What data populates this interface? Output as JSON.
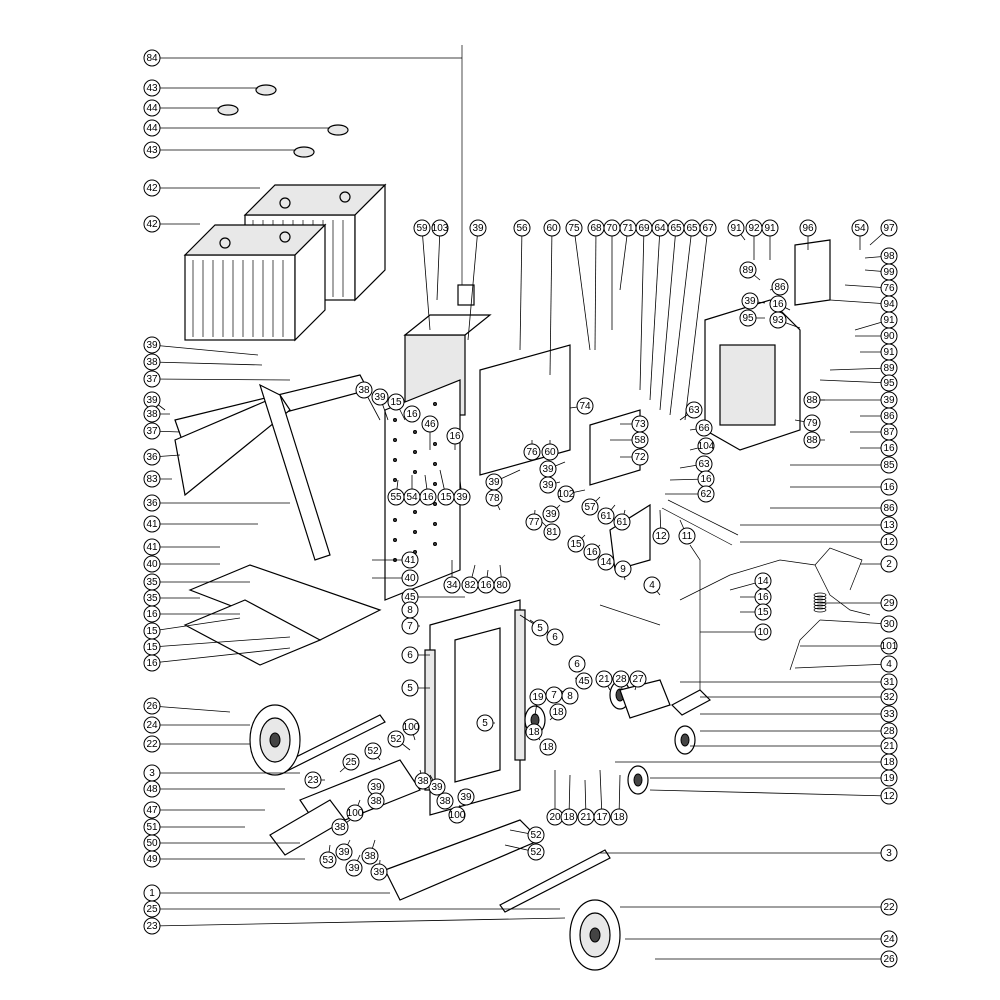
{
  "diagram": {
    "callouts": [
      {
        "id": "c84",
        "label": "84"
      },
      {
        "id": "c43a",
        "label": "43"
      },
      {
        "id": "c44a",
        "label": "44"
      },
      {
        "id": "c44b",
        "label": "44"
      },
      {
        "id": "c43b",
        "label": "43"
      },
      {
        "id": "c42a",
        "label": "42"
      },
      {
        "id": "c42b",
        "label": "42"
      },
      {
        "id": "c39a",
        "label": "39"
      },
      {
        "id": "c38a",
        "label": "38"
      },
      {
        "id": "c37a",
        "label": "37"
      },
      {
        "id": "c39b",
        "label": "39"
      },
      {
        "id": "c38b",
        "label": "38"
      },
      {
        "id": "c37b",
        "label": "37"
      },
      {
        "id": "c36a",
        "label": "36"
      },
      {
        "id": "c83",
        "label": "83"
      },
      {
        "id": "c36b",
        "label": "36"
      },
      {
        "id": "c41a",
        "label": "41"
      },
      {
        "id": "c41b",
        "label": "41"
      },
      {
        "id": "c40a",
        "label": "40"
      },
      {
        "id": "c35a",
        "label": "35"
      },
      {
        "id": "c35b",
        "label": "35"
      },
      {
        "id": "c16a",
        "label": "16"
      },
      {
        "id": "c15a",
        "label": "15"
      },
      {
        "id": "c15b",
        "label": "15"
      },
      {
        "id": "c16b",
        "label": "16"
      },
      {
        "id": "c26a",
        "label": "26"
      },
      {
        "id": "c24a",
        "label": "24"
      },
      {
        "id": "c22a",
        "label": "22"
      },
      {
        "id": "c3a",
        "label": "3"
      },
      {
        "id": "c48",
        "label": "48"
      },
      {
        "id": "c47",
        "label": "47"
      },
      {
        "id": "c51",
        "label": "51"
      },
      {
        "id": "c50",
        "label": "50"
      },
      {
        "id": "c49",
        "label": "49"
      },
      {
        "id": "c1",
        "label": "1"
      },
      {
        "id": "c25a",
        "label": "25"
      },
      {
        "id": "c23a",
        "label": "23"
      },
      {
        "id": "c59",
        "label": "59"
      },
      {
        "id": "c103",
        "label": "103"
      },
      {
        "id": "c39c",
        "label": "39"
      },
      {
        "id": "c56",
        "label": "56"
      },
      {
        "id": "c60a",
        "label": "60"
      },
      {
        "id": "c75",
        "label": "75"
      },
      {
        "id": "c68",
        "label": "68"
      },
      {
        "id": "c70",
        "label": "70"
      },
      {
        "id": "c71",
        "label": "71"
      },
      {
        "id": "c69",
        "label": "69"
      },
      {
        "id": "c64",
        "label": "64"
      },
      {
        "id": "c65a",
        "label": "65"
      },
      {
        "id": "c65b",
        "label": "65"
      },
      {
        "id": "c67",
        "label": "67"
      },
      {
        "id": "c91a",
        "label": "91"
      },
      {
        "id": "c92",
        "label": "92"
      },
      {
        "id": "c91b",
        "label": "91"
      },
      {
        "id": "c96",
        "label": "96"
      },
      {
        "id": "c54a",
        "label": "54"
      },
      {
        "id": "c97",
        "label": "97"
      },
      {
        "id": "c98",
        "label": "98"
      },
      {
        "id": "c99",
        "label": "99"
      },
      {
        "id": "c76a",
        "label": "76"
      },
      {
        "id": "c94",
        "label": "94"
      },
      {
        "id": "c89a",
        "label": "89"
      },
      {
        "id": "c86a",
        "label": "86"
      },
      {
        "id": "c39d",
        "label": "39"
      },
      {
        "id": "c95a",
        "label": "95"
      },
      {
        "id": "c16c",
        "label": "16"
      },
      {
        "id": "c93",
        "label": "93"
      },
      {
        "id": "c91c",
        "label": "91"
      },
      {
        "id": "c90",
        "label": "90"
      },
      {
        "id": "c91d",
        "label": "91"
      },
      {
        "id": "c89b",
        "label": "89"
      },
      {
        "id": "c95b",
        "label": "95"
      },
      {
        "id": "c39e",
        "label": "39"
      },
      {
        "id": "c88a",
        "label": "88"
      },
      {
        "id": "c86b",
        "label": "86"
      },
      {
        "id": "c79",
        "label": "79"
      },
      {
        "id": "c87",
        "label": "87"
      },
      {
        "id": "c88b",
        "label": "88"
      },
      {
        "id": "c16d",
        "label": "16"
      },
      {
        "id": "c85",
        "label": "85"
      },
      {
        "id": "c16e",
        "label": "16"
      },
      {
        "id": "c86c",
        "label": "86"
      },
      {
        "id": "c38c",
        "label": "38"
      },
      {
        "id": "c39f",
        "label": "39"
      },
      {
        "id": "c15c",
        "label": "15"
      },
      {
        "id": "c16f",
        "label": "16"
      },
      {
        "id": "c46",
        "label": "46"
      },
      {
        "id": "c16g",
        "label": "16"
      },
      {
        "id": "c55",
        "label": "55"
      },
      {
        "id": "c54b",
        "label": "54"
      },
      {
        "id": "c16h",
        "label": "16"
      },
      {
        "id": "c15d",
        "label": "15"
      },
      {
        "id": "c39g",
        "label": "39"
      },
      {
        "id": "c34",
        "label": "34"
      },
      {
        "id": "c82",
        "label": "82"
      },
      {
        "id": "c16i",
        "label": "16"
      },
      {
        "id": "c80",
        "label": "80"
      },
      {
        "id": "c41c",
        "label": "41"
      },
      {
        "id": "c40b",
        "label": "40"
      },
      {
        "id": "c45a",
        "label": "45"
      },
      {
        "id": "c8a",
        "label": "8"
      },
      {
        "id": "c7a",
        "label": "7"
      },
      {
        "id": "c76b",
        "label": "76"
      },
      {
        "id": "c60b",
        "label": "60"
      },
      {
        "id": "c74",
        "label": "74"
      },
      {
        "id": "c73",
        "label": "73"
      },
      {
        "id": "c58",
        "label": "58"
      },
      {
        "id": "c72",
        "label": "72"
      },
      {
        "id": "c63a",
        "label": "63"
      },
      {
        "id": "c66",
        "label": "66"
      },
      {
        "id": "c104",
        "label": "104"
      },
      {
        "id": "c63b",
        "label": "63"
      },
      {
        "id": "c16j",
        "label": "16"
      },
      {
        "id": "c62",
        "label": "62"
      },
      {
        "id": "c39h",
        "label": "39"
      },
      {
        "id": "c39i",
        "label": "39"
      },
      {
        "id": "c78",
        "label": "78"
      },
      {
        "id": "c102",
        "label": "102"
      },
      {
        "id": "c39j",
        "label": "39"
      },
      {
        "id": "c57",
        "label": "57"
      },
      {
        "id": "c61a",
        "label": "61"
      },
      {
        "id": "c61b",
        "label": "61"
      },
      {
        "id": "c39k",
        "label": "39"
      },
      {
        "id": "c77",
        "label": "77"
      },
      {
        "id": "c81",
        "label": "81"
      },
      {
        "id": "c15e",
        "label": "15"
      },
      {
        "id": "c16k",
        "label": "16"
      },
      {
        "id": "c14a",
        "label": "14"
      },
      {
        "id": "c9",
        "label": "9"
      },
      {
        "id": "c12a",
        "label": "12"
      },
      {
        "id": "c11",
        "label": "11"
      },
      {
        "id": "c13",
        "label": "13"
      },
      {
        "id": "c12b",
        "label": "12"
      },
      {
        "id": "c2",
        "label": "2"
      },
      {
        "id": "c4a",
        "label": "4"
      },
      {
        "id": "c14b",
        "label": "14"
      },
      {
        "id": "c16l",
        "label": "16"
      },
      {
        "id": "c15f",
        "label": "15"
      },
      {
        "id": "c29",
        "label": "29"
      },
      {
        "id": "c30",
        "label": "30"
      },
      {
        "id": "c10",
        "label": "10"
      },
      {
        "id": "c101",
        "label": "101"
      },
      {
        "id": "c4b",
        "label": "4"
      },
      {
        "id": "c31",
        "label": "31"
      },
      {
        "id": "c32",
        "label": "32"
      },
      {
        "id": "c33",
        "label": "33"
      },
      {
        "id": "c28a",
        "label": "28"
      },
      {
        "id": "c21a",
        "label": "21"
      },
      {
        "id": "c18a",
        "label": "18"
      },
      {
        "id": "c19a",
        "label": "19"
      },
      {
        "id": "c12c",
        "label": "12"
      },
      {
        "id": "c21b",
        "label": "21"
      },
      {
        "id": "c28b",
        "label": "28"
      },
      {
        "id": "c27",
        "label": "27"
      },
      {
        "id": "c6a",
        "label": "6"
      },
      {
        "id": "c6b",
        "label": "6"
      },
      {
        "id": "c5a",
        "label": "5"
      },
      {
        "id": "c5b",
        "label": "5"
      },
      {
        "id": "c6c",
        "label": "6"
      },
      {
        "id": "c5c",
        "label": "5"
      },
      {
        "id": "c45b",
        "label": "45"
      },
      {
        "id": "c7b",
        "label": "7"
      },
      {
        "id": "c8b",
        "label": "8"
      },
      {
        "id": "c19b",
        "label": "19"
      },
      {
        "id": "c18b",
        "label": "18"
      },
      {
        "id": "c18c",
        "label": "18"
      },
      {
        "id": "c18d",
        "label": "18"
      },
      {
        "id": "c20",
        "label": "20"
      },
      {
        "id": "c18e",
        "label": "18"
      },
      {
        "id": "c21c",
        "label": "21"
      },
      {
        "id": "c17",
        "label": "17"
      },
      {
        "id": "c18f",
        "label": "18"
      },
      {
        "id": "c100a",
        "label": "100"
      },
      {
        "id": "c52a",
        "label": "52"
      },
      {
        "id": "c39l",
        "label": "39"
      },
      {
        "id": "c38d",
        "label": "38"
      },
      {
        "id": "c39m",
        "label": "39"
      },
      {
        "id": "c38e",
        "label": "38"
      },
      {
        "id": "c25b",
        "label": "25"
      },
      {
        "id": "c23b",
        "label": "23"
      },
      {
        "id": "c52b",
        "label": "52"
      },
      {
        "id": "c100b",
        "label": "100"
      },
      {
        "id": "c39n",
        "label": "39"
      },
      {
        "id": "c38f",
        "label": "38"
      },
      {
        "id": "c38g",
        "label": "38"
      },
      {
        "id": "c100c",
        "label": "100"
      },
      {
        "id": "c52c",
        "label": "52"
      },
      {
        "id": "c52d",
        "label": "52"
      },
      {
        "id": "c53",
        "label": "53"
      },
      {
        "id": "c39o",
        "label": "39"
      },
      {
        "id": "c38h",
        "label": "38"
      },
      {
        "id": "c39p",
        "label": "39"
      },
      {
        "id": "c39q",
        "label": "39"
      },
      {
        "id": "c3b",
        "label": "3"
      },
      {
        "id": "c22b",
        "label": "22"
      },
      {
        "id": "c24b",
        "label": "24"
      },
      {
        "id": "c26b",
        "label": "26"
      }
    ]
  }
}
